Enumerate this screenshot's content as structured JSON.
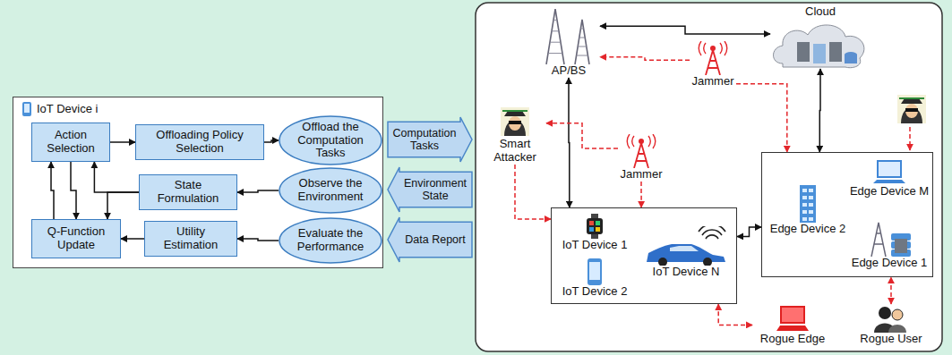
{
  "diagram": {
    "nodes": [
      {
        "text": [
          "IoT Device i"
        ]
      },
      {
        "text": [
          "Action Selection"
        ],
        "in": 0
      },
      {
        "text": [
          "Offloading Policy Selection"
        ],
        "in": 0
      },
      {
        "text": [
          "Offload the Computation Tasks"
        ],
        "in": 0
      },
      {
        "text": [
          "State Formulation"
        ],
        "in": 0
      },
      {
        "text": [
          "Observe the Environment"
        ],
        "in": 0
      },
      {
        "text": [
          "Q-Function Update"
        ],
        "in": 0
      },
      {
        "text": [
          "Utility Estimation"
        ],
        "in": 0
      },
      {
        "text": [
          "Evaluate the Performance"
        ],
        "in": 0
      },
      {
        "text": [
          "Computation Tasks"
        ]
      },
      {
        "text": [
          "Environment State"
        ]
      },
      {
        "text": [
          "Data Report"
        ]
      },
      {
        "text": [
          "AP/BS"
        ]
      },
      {
        "text": [
          "Cloud"
        ]
      },
      {
        "text": [
          "Smart Attacker"
        ]
      },
      {
        "text": [
          "Jammer"
        ]
      },
      {
        "text": [
          "Jammer"
        ]
      },
      {
        "text": []
      },
      {
        "text": [
          "IoT Device 1"
        ],
        "in": 17
      },
      {
        "text": [
          "IoT Device 2"
        ],
        "in": 17
      },
      {
        "text": [
          "IoT Device N"
        ],
        "in": 17
      },
      {
        "text": []
      },
      {
        "text": [
          "Edge Device M"
        ],
        "in": 21
      },
      {
        "text": [
          "Edge Device 2"
        ],
        "in": 21
      },
      {
        "text": [
          "Edge Device 1"
        ],
        "in": 21
      },
      {
        "text": [
          "Rogue Edge"
        ]
      },
      {
        "text": [
          "Rogue User"
        ]
      }
    ],
    "edges": [
      {
        "from": 1,
        "to": 2,
        "arrow": "to"
      },
      {
        "from": 2,
        "to": 3,
        "arrow": "to"
      },
      {
        "from": 5,
        "to": 4,
        "arrow": "to"
      },
      {
        "from": 4,
        "to": 1,
        "arrow": "to"
      },
      {
        "from": 4,
        "to": 6,
        "arrow": "to"
      },
      {
        "from": 6,
        "to": 1,
        "arrow": "to"
      },
      {
        "from": 1,
        "to": 6,
        "arrow": "to"
      },
      {
        "from": 8,
        "to": 7,
        "arrow": "to"
      },
      {
        "from": 7,
        "to": 6,
        "arrow": "to"
      },
      {
        "from": 12,
        "to": 13,
        "arrow": "both"
      },
      {
        "from": 12,
        "to": 17,
        "arrow": "both"
      },
      {
        "from": 13,
        "to": 21,
        "arrow": "both"
      },
      {
        "from": 17,
        "to": 21,
        "arrow": "both"
      },
      {
        "from": 15,
        "to": 12,
        "arrow": "to"
      },
      {
        "from": 15,
        "to": 21,
        "arrow": "to"
      },
      {
        "from": 16,
        "to": 14,
        "arrow": "to"
      },
      {
        "from": 16,
        "to": 17,
        "arrow": "to"
      },
      {
        "from": 14,
        "to": 17,
        "arrow": "to"
      },
      {
        "from": 25,
        "to": 17,
        "arrow": "both"
      },
      {
        "from": 26,
        "to": 21,
        "arrow": "both"
      }
    ]
  }
}
